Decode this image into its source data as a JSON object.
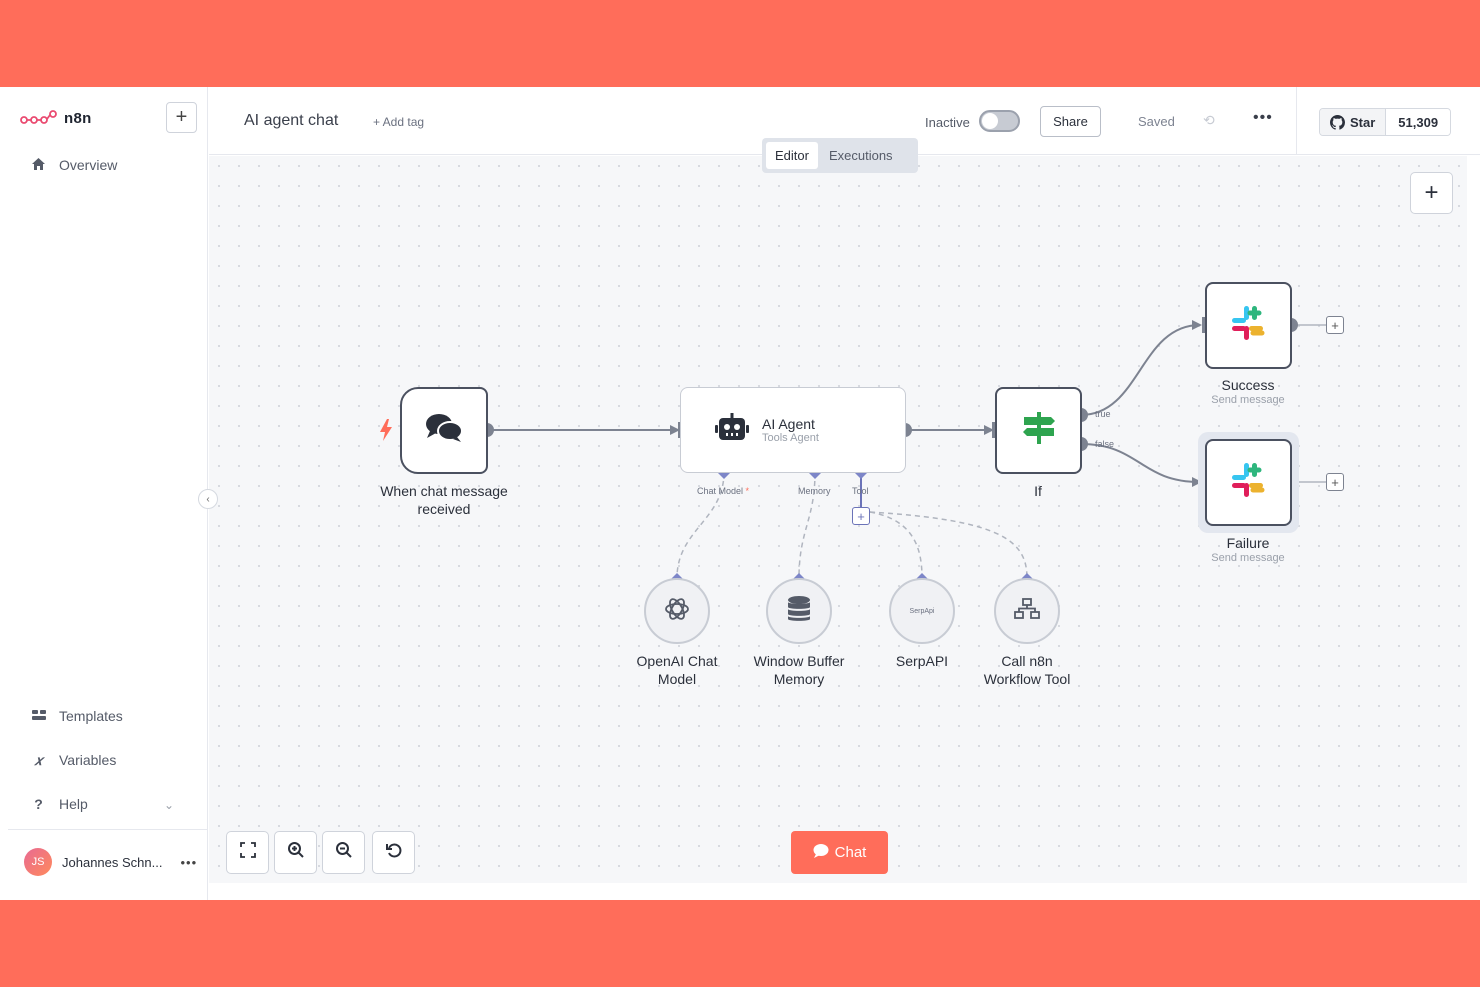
{
  "brand": {
    "name": "n8n",
    "accent": "#ff6d5a"
  },
  "sidebar": {
    "add_label": "+",
    "top_items": [
      {
        "label": "Overview",
        "icon": "home-icon"
      }
    ],
    "bottom_items": [
      {
        "label": "Templates",
        "icon": "templates-icon"
      },
      {
        "label": "Variables",
        "icon": "variables-icon"
      },
      {
        "label": "Help",
        "icon": "help-icon"
      }
    ],
    "user": {
      "initials": "JS",
      "name": "Johannes Schn...",
      "more": "•••"
    }
  },
  "header": {
    "title": "AI agent chat",
    "add_tag": "+ Add tag",
    "status_label": "Inactive",
    "share_label": "Share",
    "saved_label": "Saved",
    "more": "•••",
    "github": {
      "star_label": "Star",
      "count": "51,309"
    }
  },
  "tabs": [
    {
      "label": "Editor",
      "active": true
    },
    {
      "label": "Executions",
      "active": false
    }
  ],
  "nodes": {
    "trigger": {
      "label_line1": "When chat message",
      "label_line2": "received"
    },
    "agent": {
      "title": "AI Agent",
      "subtitle": "Tools Agent",
      "ports": {
        "chat_model": "Chat Model",
        "required_mark": "*",
        "memory": "Memory",
        "tool": "Tool"
      }
    },
    "if": {
      "label": "If",
      "true_label": "true",
      "false_label": "false"
    },
    "success": {
      "label": "Success",
      "subtitle": "Send message"
    },
    "failure": {
      "label": "Failure",
      "subtitle": "Send message"
    },
    "openai": {
      "label_line1": "OpenAI Chat",
      "label_line2": "Model"
    },
    "memory": {
      "label_line1": "Window Buffer",
      "label_line2": "Memory"
    },
    "serpapi": {
      "label": "SerpAPI",
      "logo_text": "SerpApi"
    },
    "workflow_tool": {
      "label_line1": "Call n8n",
      "label_line2": "Workflow Tool"
    }
  },
  "canvas_controls": {
    "chat_label": "Chat"
  }
}
